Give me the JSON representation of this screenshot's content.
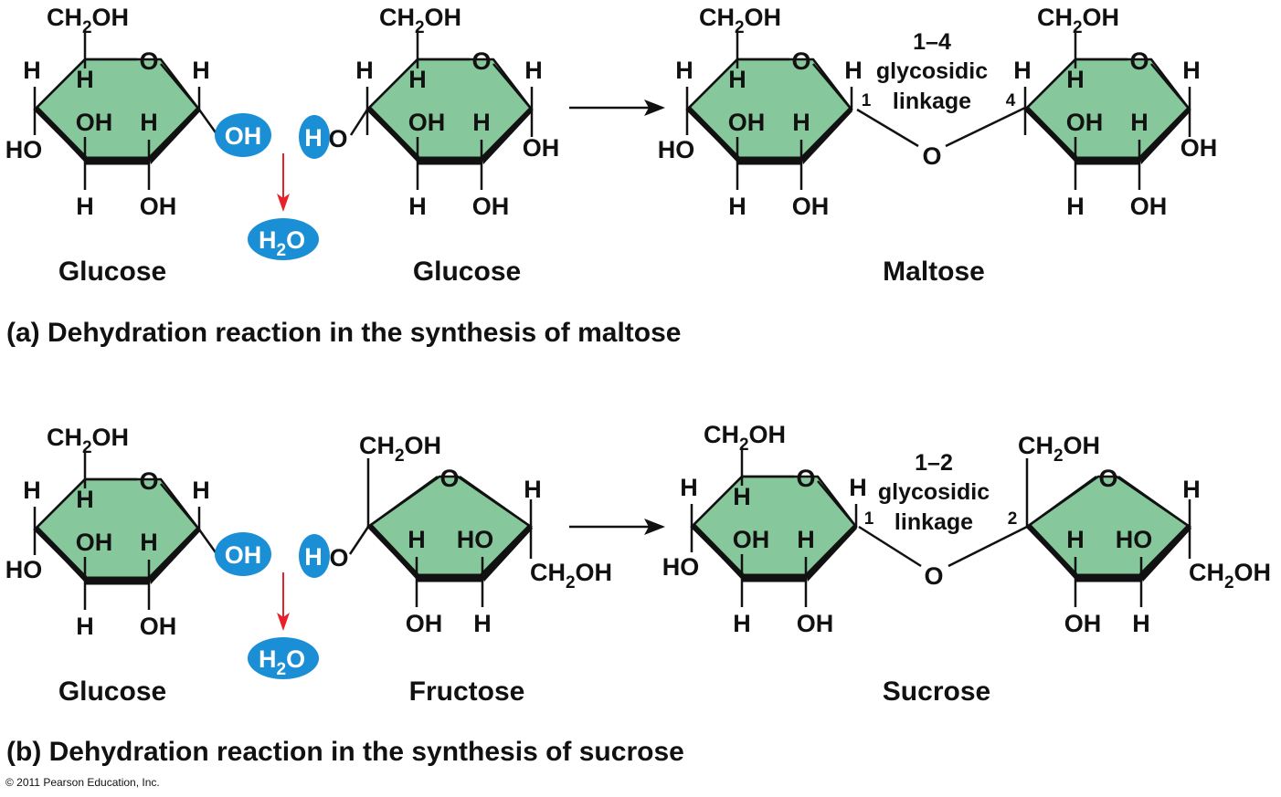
{
  "colors": {
    "ring_fill": "#86c89b",
    "water_blue": "#1b8fd6",
    "arrow_red": "#e8202a",
    "ink": "#111111"
  },
  "labels": {
    "ch2oh": "CH",
    "ch2oh_sub": "2",
    "ch2oh_tail": "OH",
    "o": "O",
    "h": "H",
    "oh": "OH",
    "ho": "HO",
    "water_h": "H",
    "water_sub": "2",
    "water_o": "O"
  },
  "panel_a": {
    "caption": "(a) Dehydration reaction in the synthesis of maltose",
    "reactant1": "Glucose",
    "reactant2": "Glucose",
    "product": "Maltose",
    "linkage_line1": "1–4",
    "linkage_line2": "glycosidic",
    "linkage_line3": "linkage",
    "carbon_left": "1",
    "carbon_right": "4"
  },
  "panel_b": {
    "caption": "(b) Dehydration reaction in the synthesis of sucrose",
    "reactant1": "Glucose",
    "reactant2": "Fructose",
    "product": "Sucrose",
    "linkage_line1": "1–2",
    "linkage_line2": "glycosidic",
    "linkage_line3": "linkage",
    "carbon_left": "1",
    "carbon_right": "2"
  },
  "footer": {
    "copyright": "© 2011 Pearson Education, Inc."
  }
}
